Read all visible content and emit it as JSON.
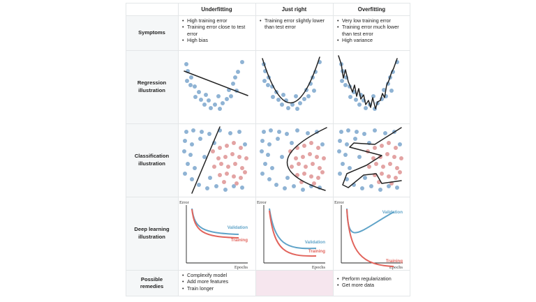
{
  "columns": [
    "Underfitting",
    "Just right",
    "Overfitting"
  ],
  "rows": {
    "symptoms": {
      "label": "Symptoms",
      "cells": [
        [
          "High training error",
          "Training error close to test error",
          "High bias"
        ],
        [
          "Training error slightly lower than test error"
        ],
        [
          "Very low training error",
          "Training error much lower than test error",
          "High variance"
        ]
      ]
    },
    "regression": {
      "label": "Regression illustration"
    },
    "classification": {
      "label": "Classification illustration"
    },
    "deep_learning": {
      "label": "Deep learning illustration",
      "axis_y": "Error",
      "axis_x": "Epochs",
      "validation_label": "Validation",
      "training_label": "Training"
    },
    "remedies": {
      "label": "Possible remedies",
      "cells": [
        [
          "Complexify model",
          "Add more features",
          "Train longer"
        ],
        [],
        [
          "Perform regularization",
          "Get more data"
        ]
      ]
    }
  },
  "colors": {
    "blue_points": "#8fb3d4",
    "red_points": "#e3a3a3",
    "validation": "#5fa3c8",
    "training": "#e2645c",
    "label_bg": "#f5f7f8",
    "empty_cell": "#f6e6ee"
  }
}
